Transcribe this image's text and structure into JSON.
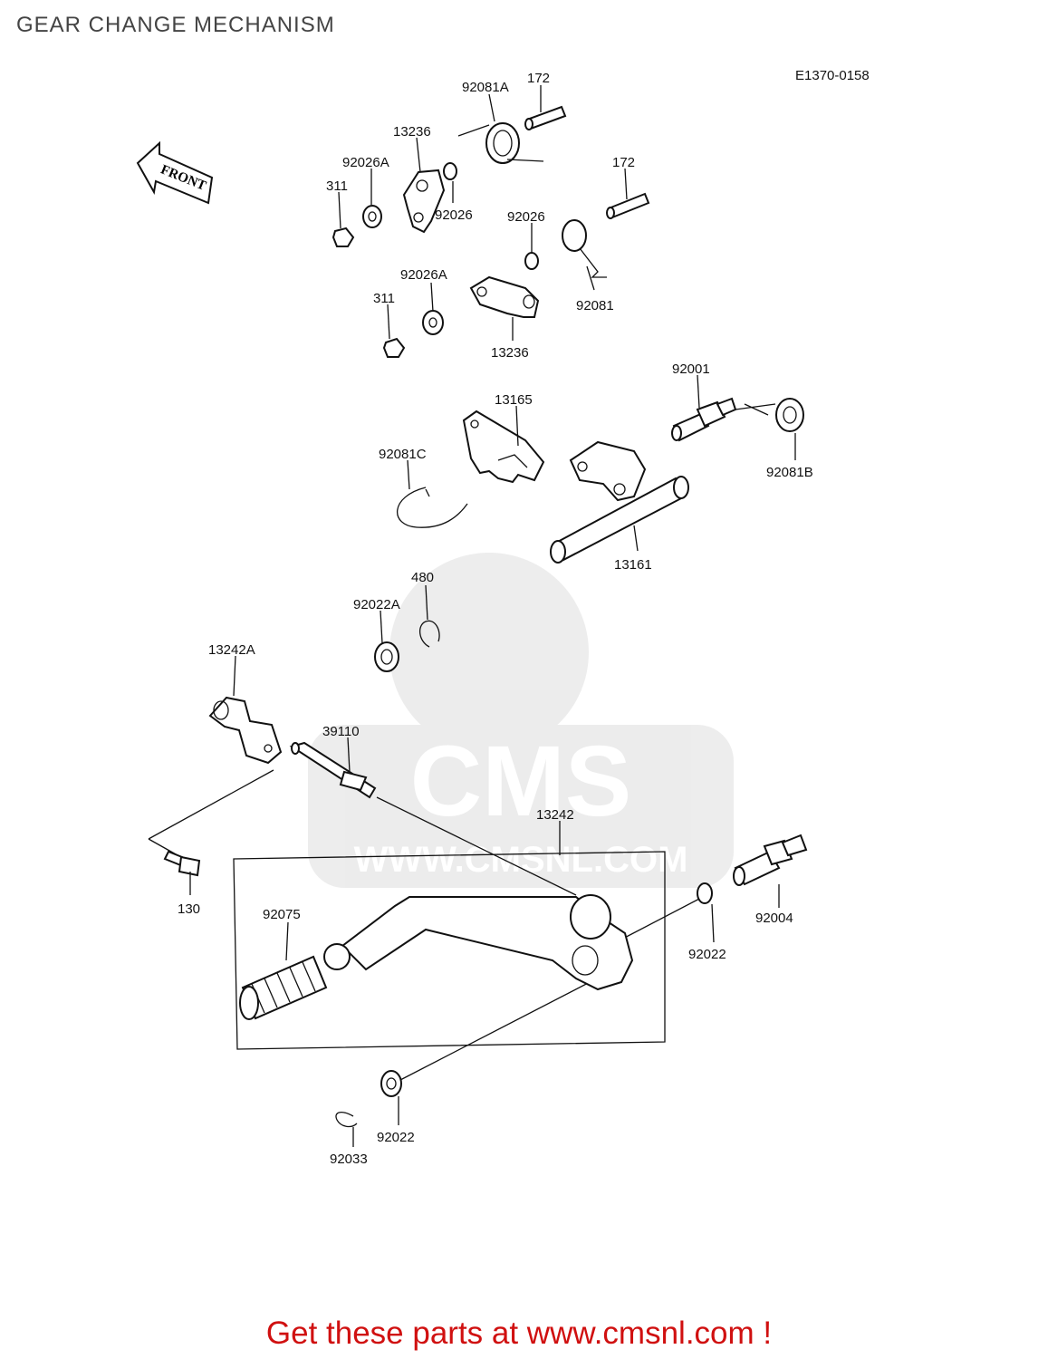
{
  "title": "GEAR CHANGE MECHANISM",
  "diagram_code": "E1370-0158",
  "front_label": "FRONT",
  "watermark": {
    "main": "CMS",
    "url": "WWW.CMSNL.COM"
  },
  "part_labels": [
    "92081A",
    "172",
    "13236",
    "92026A",
    "311",
    "92026",
    "172",
    "92026",
    "92081",
    "92026A",
    "311",
    "13236",
    "92001",
    "13165",
    "92081C",
    "92081B",
    "13161",
    "480",
    "92022A",
    "13242A",
    "39110",
    "13242",
    "130",
    "92004",
    "92075",
    "92022",
    "92022",
    "92033"
  ],
  "footer": "Get these parts at www.cmsnl.com !"
}
